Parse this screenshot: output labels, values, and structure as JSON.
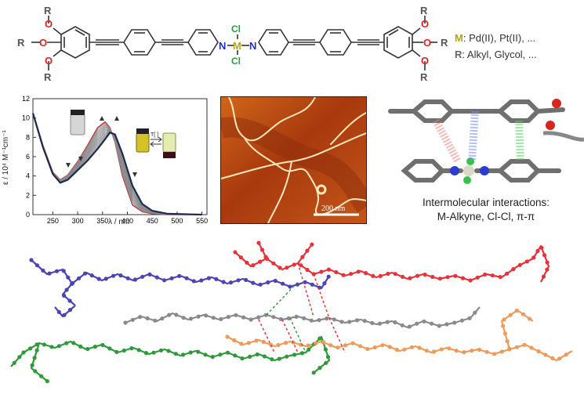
{
  "structure": {
    "R_label": "R",
    "O_label": "O",
    "N_label": "N",
    "Cl_label": "Cl",
    "M_label": "M"
  },
  "legend": {
    "metal_key": "M",
    "metal_values": ": Pd(II), Pt(II), ...",
    "r_key": "R",
    "r_values": ": Alkyl, Glycol, ..."
  },
  "spectrum": {
    "ylabel": "ε / 10⁴ M⁻¹cm⁻¹",
    "xlabel": "λ / nm",
    "x_ticks": [
      "250",
      "300",
      "350",
      "400",
      "450",
      "500",
      "550"
    ],
    "y_ticks": [
      "0",
      "2",
      "4",
      "6",
      "8",
      "10",
      "12"
    ],
    "arrow_label": "T[ ]"
  },
  "afm": {
    "scale_label": "200 nm"
  },
  "interactions": {
    "line1": "Intermolecular interactions:",
    "line2": "M-Alkyne, Cl-Cl, π-π"
  },
  "colors": {
    "oxygen": "#d9261c",
    "nitrogen": "#2130c8",
    "chlorine": "#21a33a",
    "metal": "#b7a21e",
    "chain_blue": "#4b43b8",
    "chain_red": "#e8323a",
    "chain_grey": "#8a8a8a",
    "chain_green": "#2e9a3a",
    "chain_orange": "#f09a5a"
  },
  "chart_data": {
    "type": "line",
    "xlabel": "λ / nm",
    "ylabel": "ε / 10⁴ M⁻¹cm⁻¹",
    "xlim": [
      210,
      560
    ],
    "ylim": [
      0,
      12
    ],
    "x": [
      210,
      230,
      250,
      265,
      280,
      300,
      320,
      340,
      355,
      365,
      375,
      390,
      410,
      430,
      450,
      480,
      550
    ],
    "series": [
      {
        "values": [
          10.6,
          7.2,
          4.4,
          3.6,
          4.1,
          5.5,
          7.2,
          9.0,
          9.6,
          9.0,
          7.5,
          4.0,
          1.0,
          0.3,
          0.1,
          0.0,
          0.0
        ]
      },
      {
        "values": [
          10.5,
          7.0,
          4.2,
          3.3,
          3.6,
          4.6,
          5.6,
          6.8,
          7.8,
          8.5,
          8.3,
          6.3,
          3.0,
          1.1,
          0.4,
          0.1,
          0.0
        ]
      }
    ],
    "grid": false
  }
}
